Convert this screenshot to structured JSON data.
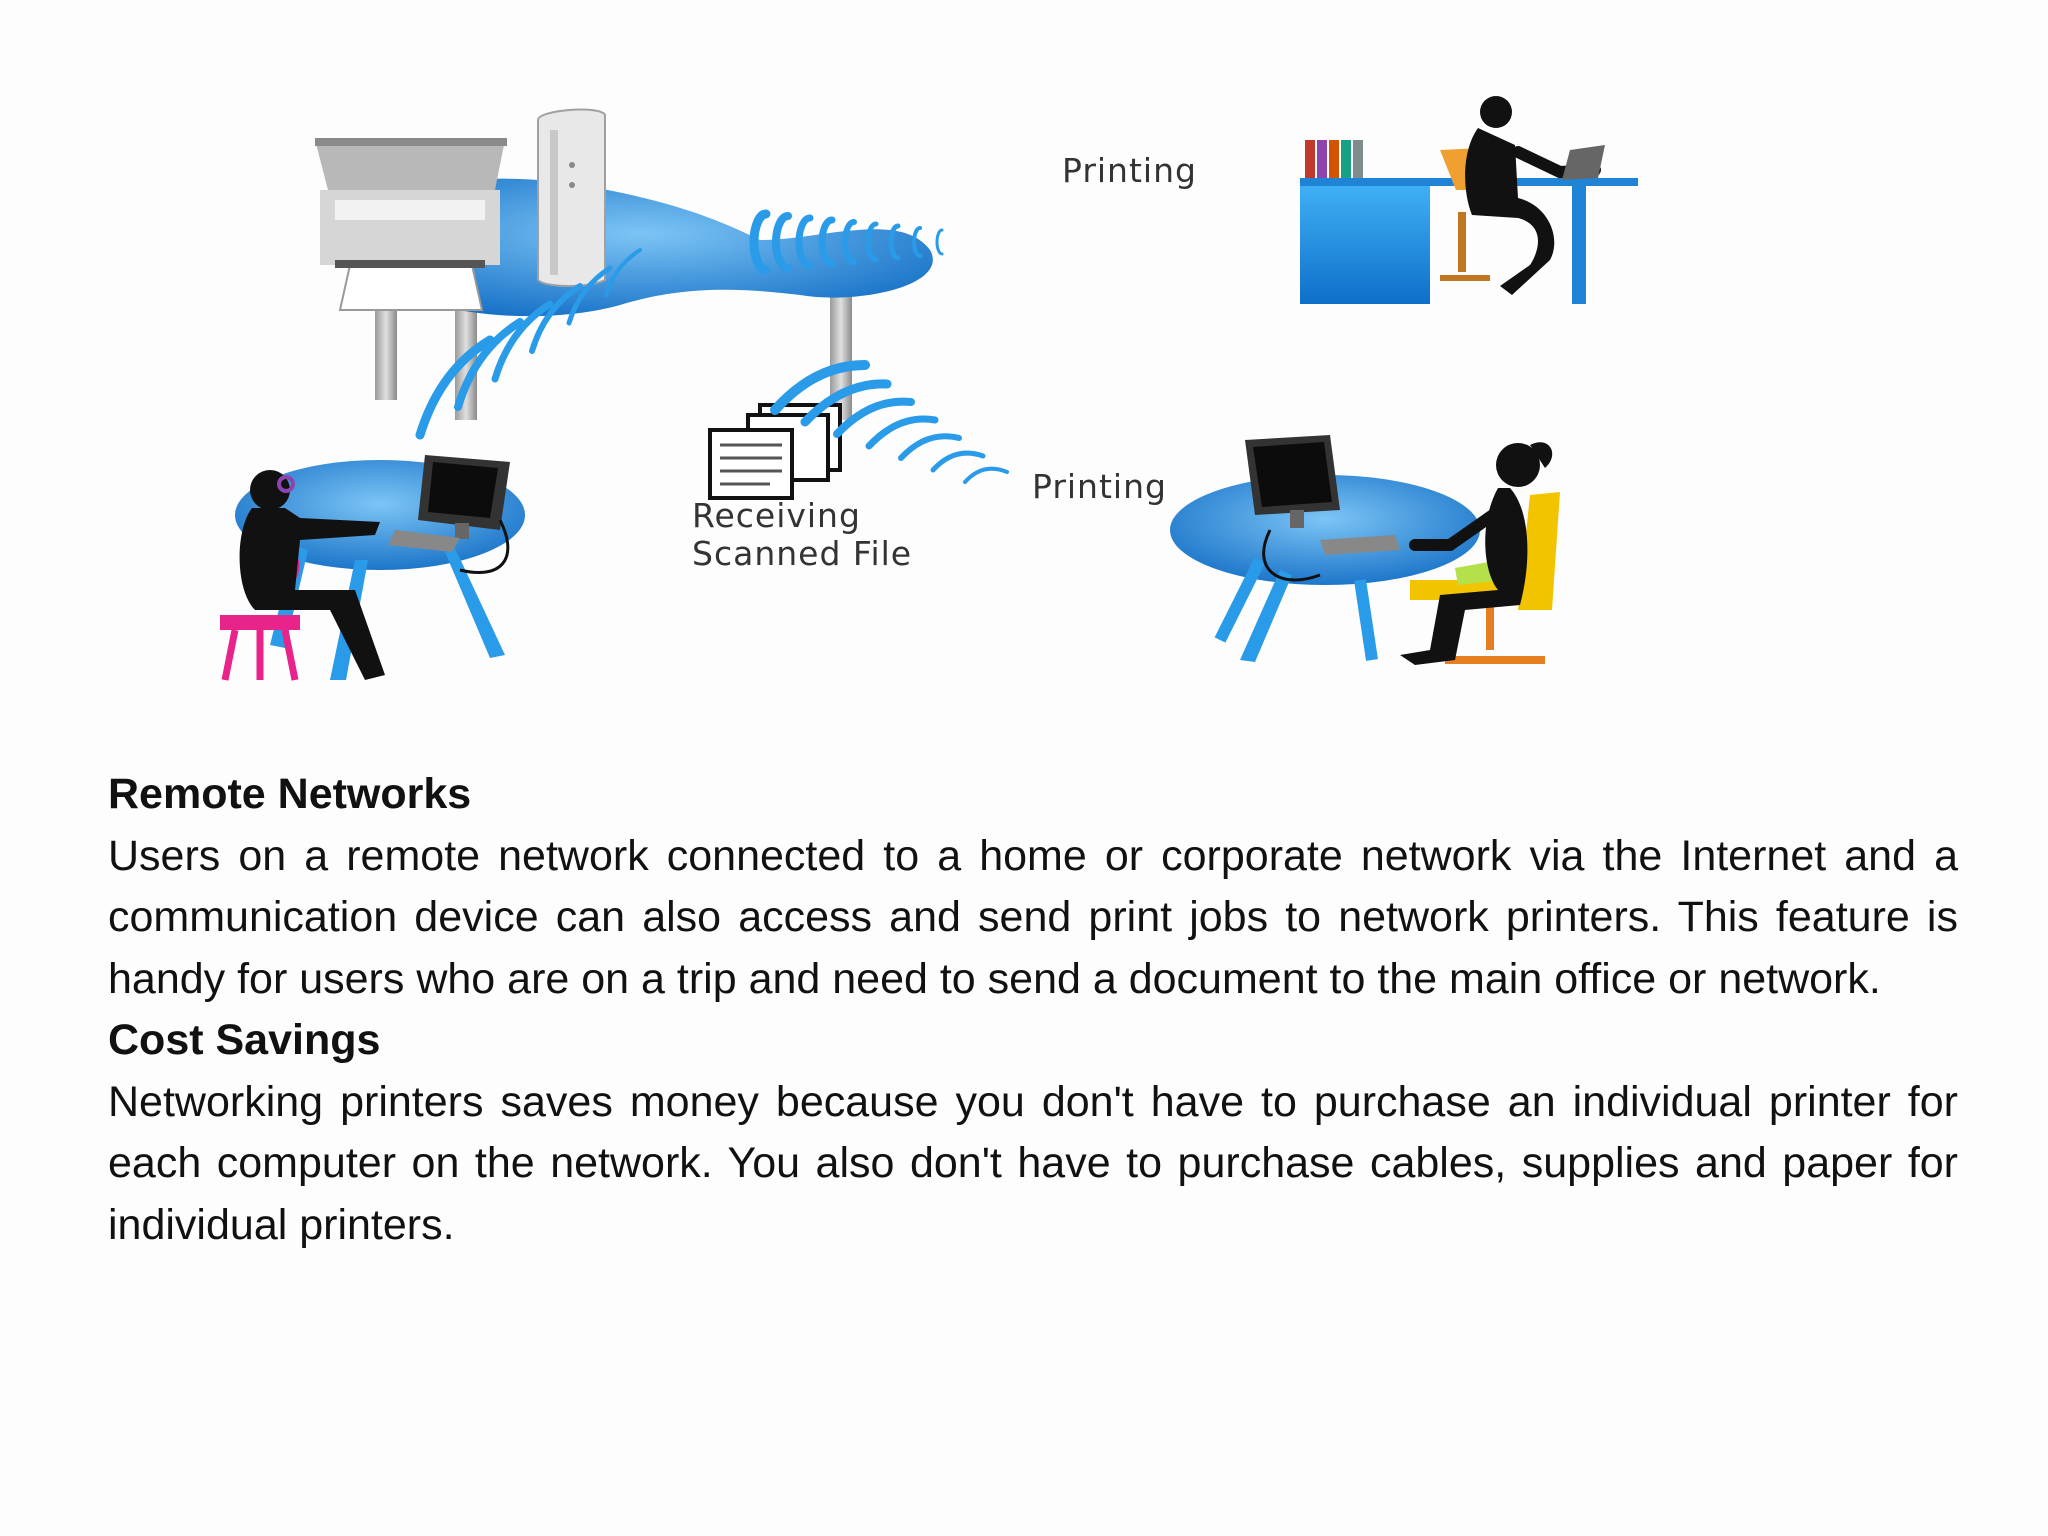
{
  "illustration": {
    "label_printing_top": "Printing",
    "label_printing_bottom": "Printing",
    "label_receiving_line1": "Receiving",
    "label_receiving_line2": "Scanned File"
  },
  "sections": [
    {
      "heading": "Remote Networks",
      "body": "Users on a remote network connected to a home or corporate network via the Internet and a communication device can also access and send print jobs to network printers. This feature is handy for users who are on a trip and need to send a document to the main office or network."
    },
    {
      "heading": "Cost Savings",
      "body": "Networking printers saves money because you don't have to purchase an individual printer for each computer on the network. You also don't have to purchase cables, supplies and paper for individual printers."
    }
  ],
  "colors": {
    "desk_blue": "#1f84d6",
    "wave_blue": "#2a9be8",
    "pink_chair": "#e8248a",
    "orange_chair": "#f0a030",
    "yellow_chair": "#f2c400"
  }
}
